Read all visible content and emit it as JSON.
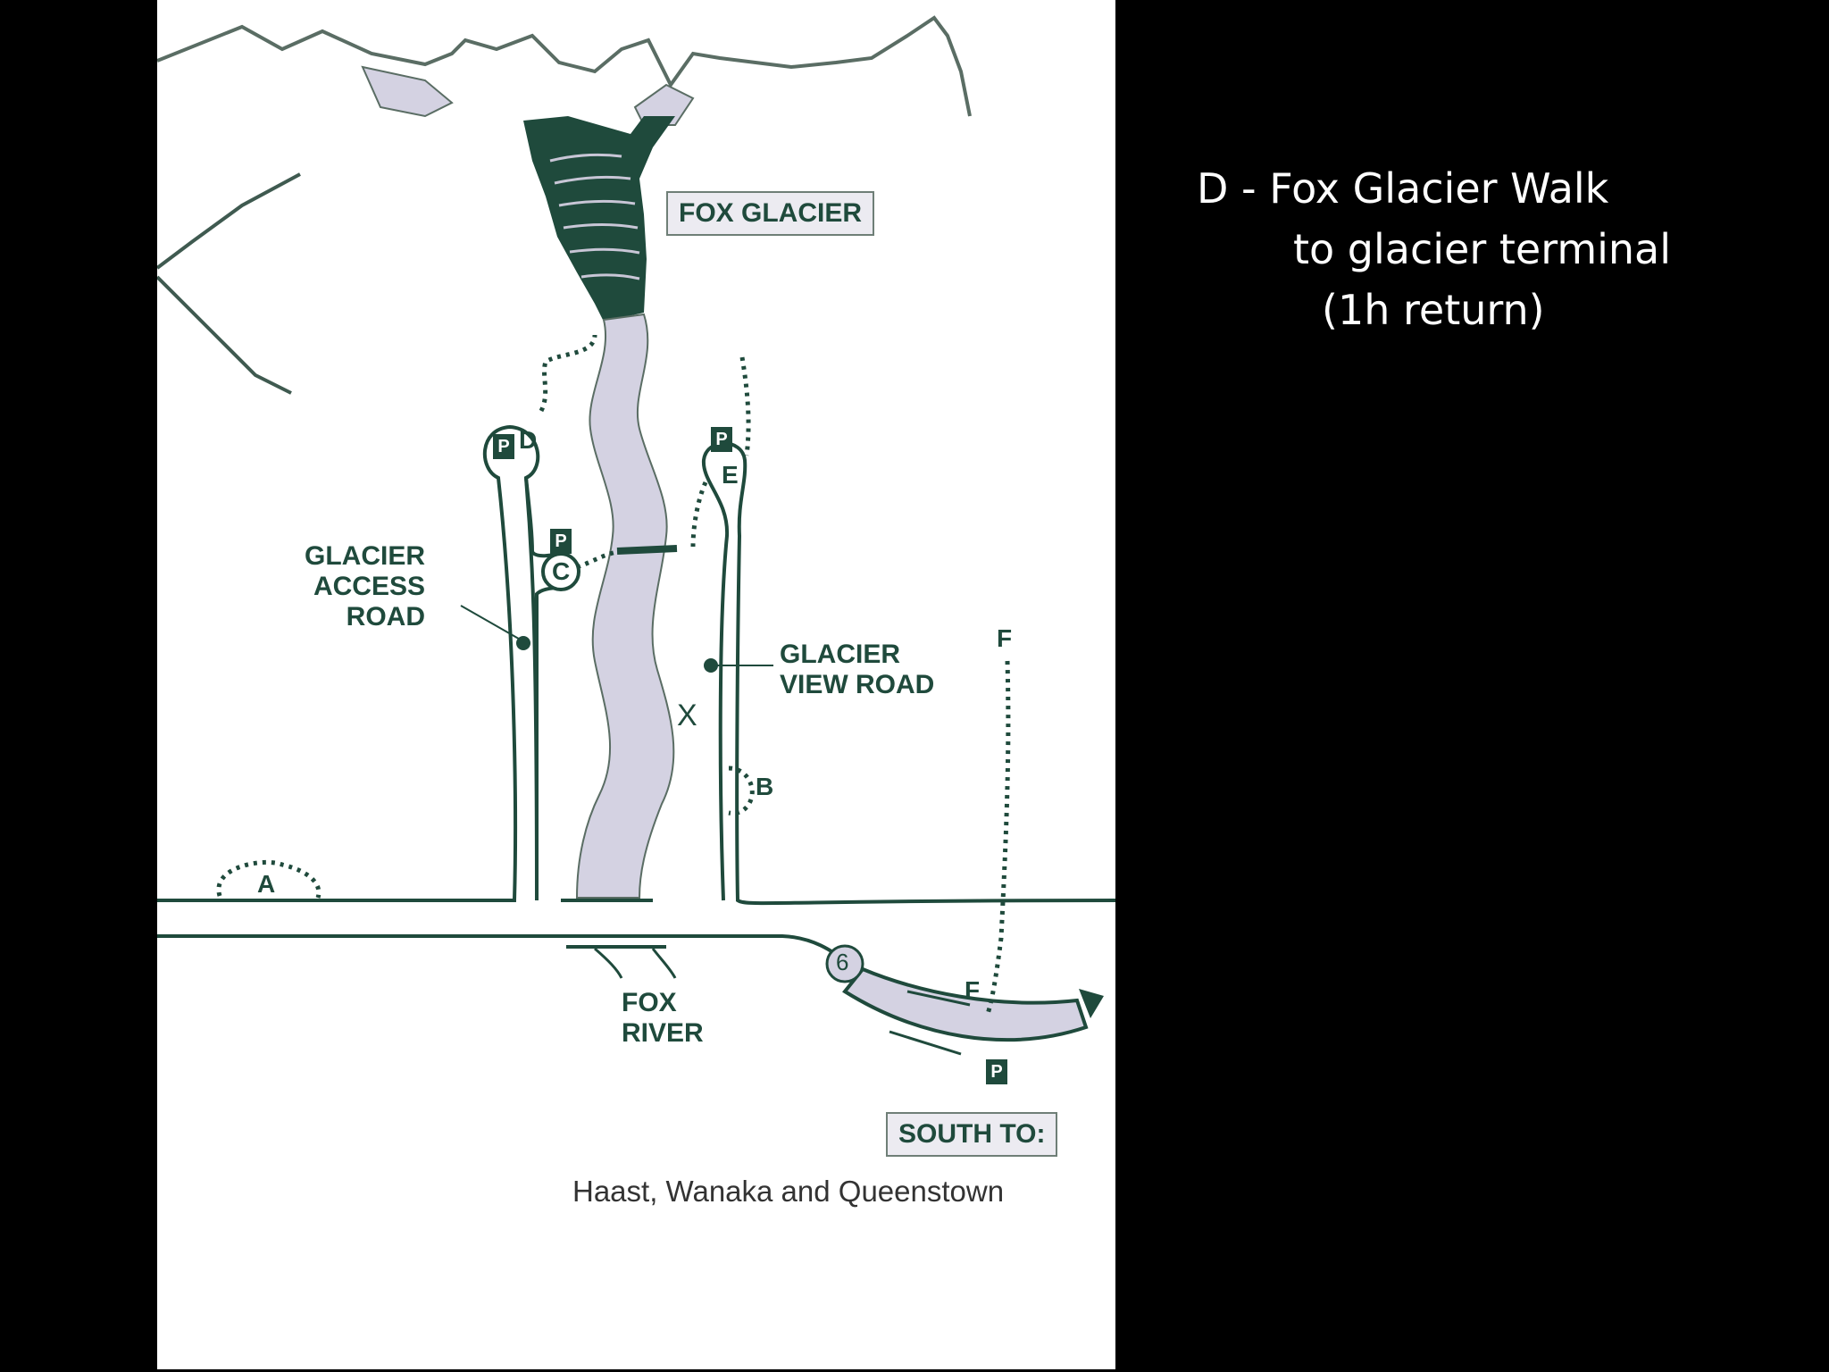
{
  "caption": {
    "line1": "D - Fox Glacier Walk",
    "line2": "to glacier terminal",
    "line3": "(1h return)"
  },
  "map": {
    "title": "FOX GLACIER",
    "access_road": [
      "GLACIER",
      "ACCESS",
      "ROAD"
    ],
    "view_road": [
      "GLACIER",
      "VIEW ROAD"
    ],
    "river": [
      "FOX",
      "RIVER"
    ],
    "south_label": "SOUTH TO:",
    "destinations": "Haast, Wanaka and Queenstown",
    "highway_number": "6",
    "parking_symbol": "P",
    "marker_x": "X",
    "walks": {
      "a": "A",
      "b": "B",
      "c": "C",
      "d": "D",
      "e": "E",
      "f": "F"
    },
    "colors": {
      "ink": "#1f4a3c",
      "ice": "#d4d2e2",
      "glacier": "#1f4a3c",
      "panel": "#ffffff",
      "background": "#000000"
    }
  }
}
